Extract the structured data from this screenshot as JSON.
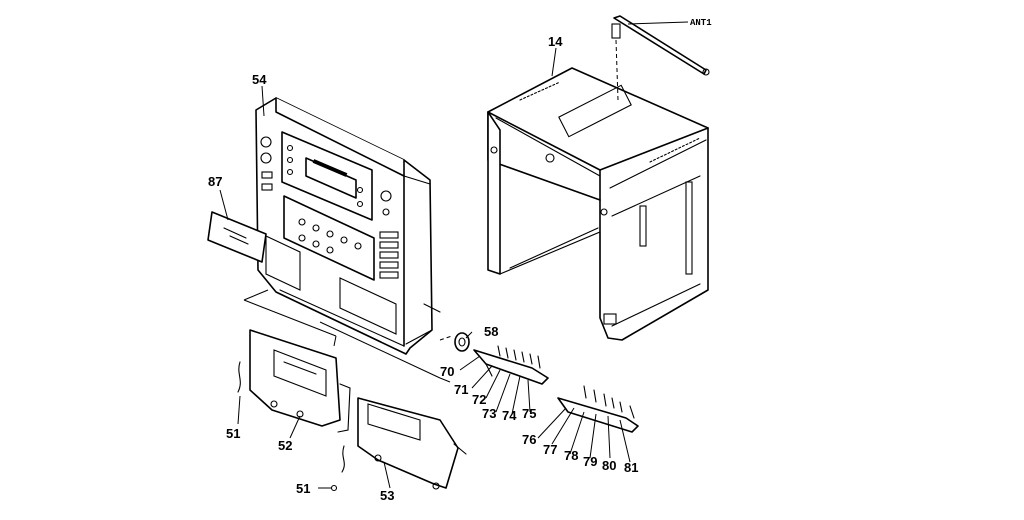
{
  "callouts": {
    "antenna": "ANT1",
    "cabinet": "14",
    "front_panel": "54",
    "window_plate": "87",
    "knob": "58",
    "door_left": "52",
    "door_right": "53",
    "spring_left": "51",
    "spring_right": "51",
    "button_70": "70",
    "button_71": "71",
    "button_72": "72",
    "button_73": "73",
    "button_74": "74",
    "button_75": "75",
    "button_76": "76",
    "button_77": "77",
    "button_78": "78",
    "button_79": "79",
    "button_80": "80",
    "button_81": "81"
  }
}
